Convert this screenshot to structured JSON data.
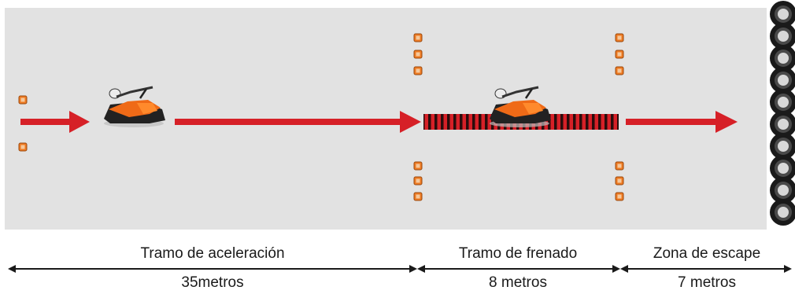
{
  "colors": {
    "track": "#e2e2e2",
    "arrow": "#d62027",
    "braking_stripe": "#2a0d0d",
    "cone": "#ee7a22",
    "tire": "#1a1a1a",
    "text": "#1a1a1a"
  },
  "icons": {
    "rider": "motorcycle-rider-icon",
    "cone": "cone-icon",
    "tire": "tire-icon"
  },
  "sections": [
    {
      "id": "acceleration",
      "name": "Tramo de aceleración",
      "distance": "35metros"
    },
    {
      "id": "braking",
      "name": "Tramo de frenado",
      "distance": "8 metros"
    },
    {
      "id": "escape",
      "name": "Zona de escape",
      "distance": "7 metros"
    }
  ]
}
